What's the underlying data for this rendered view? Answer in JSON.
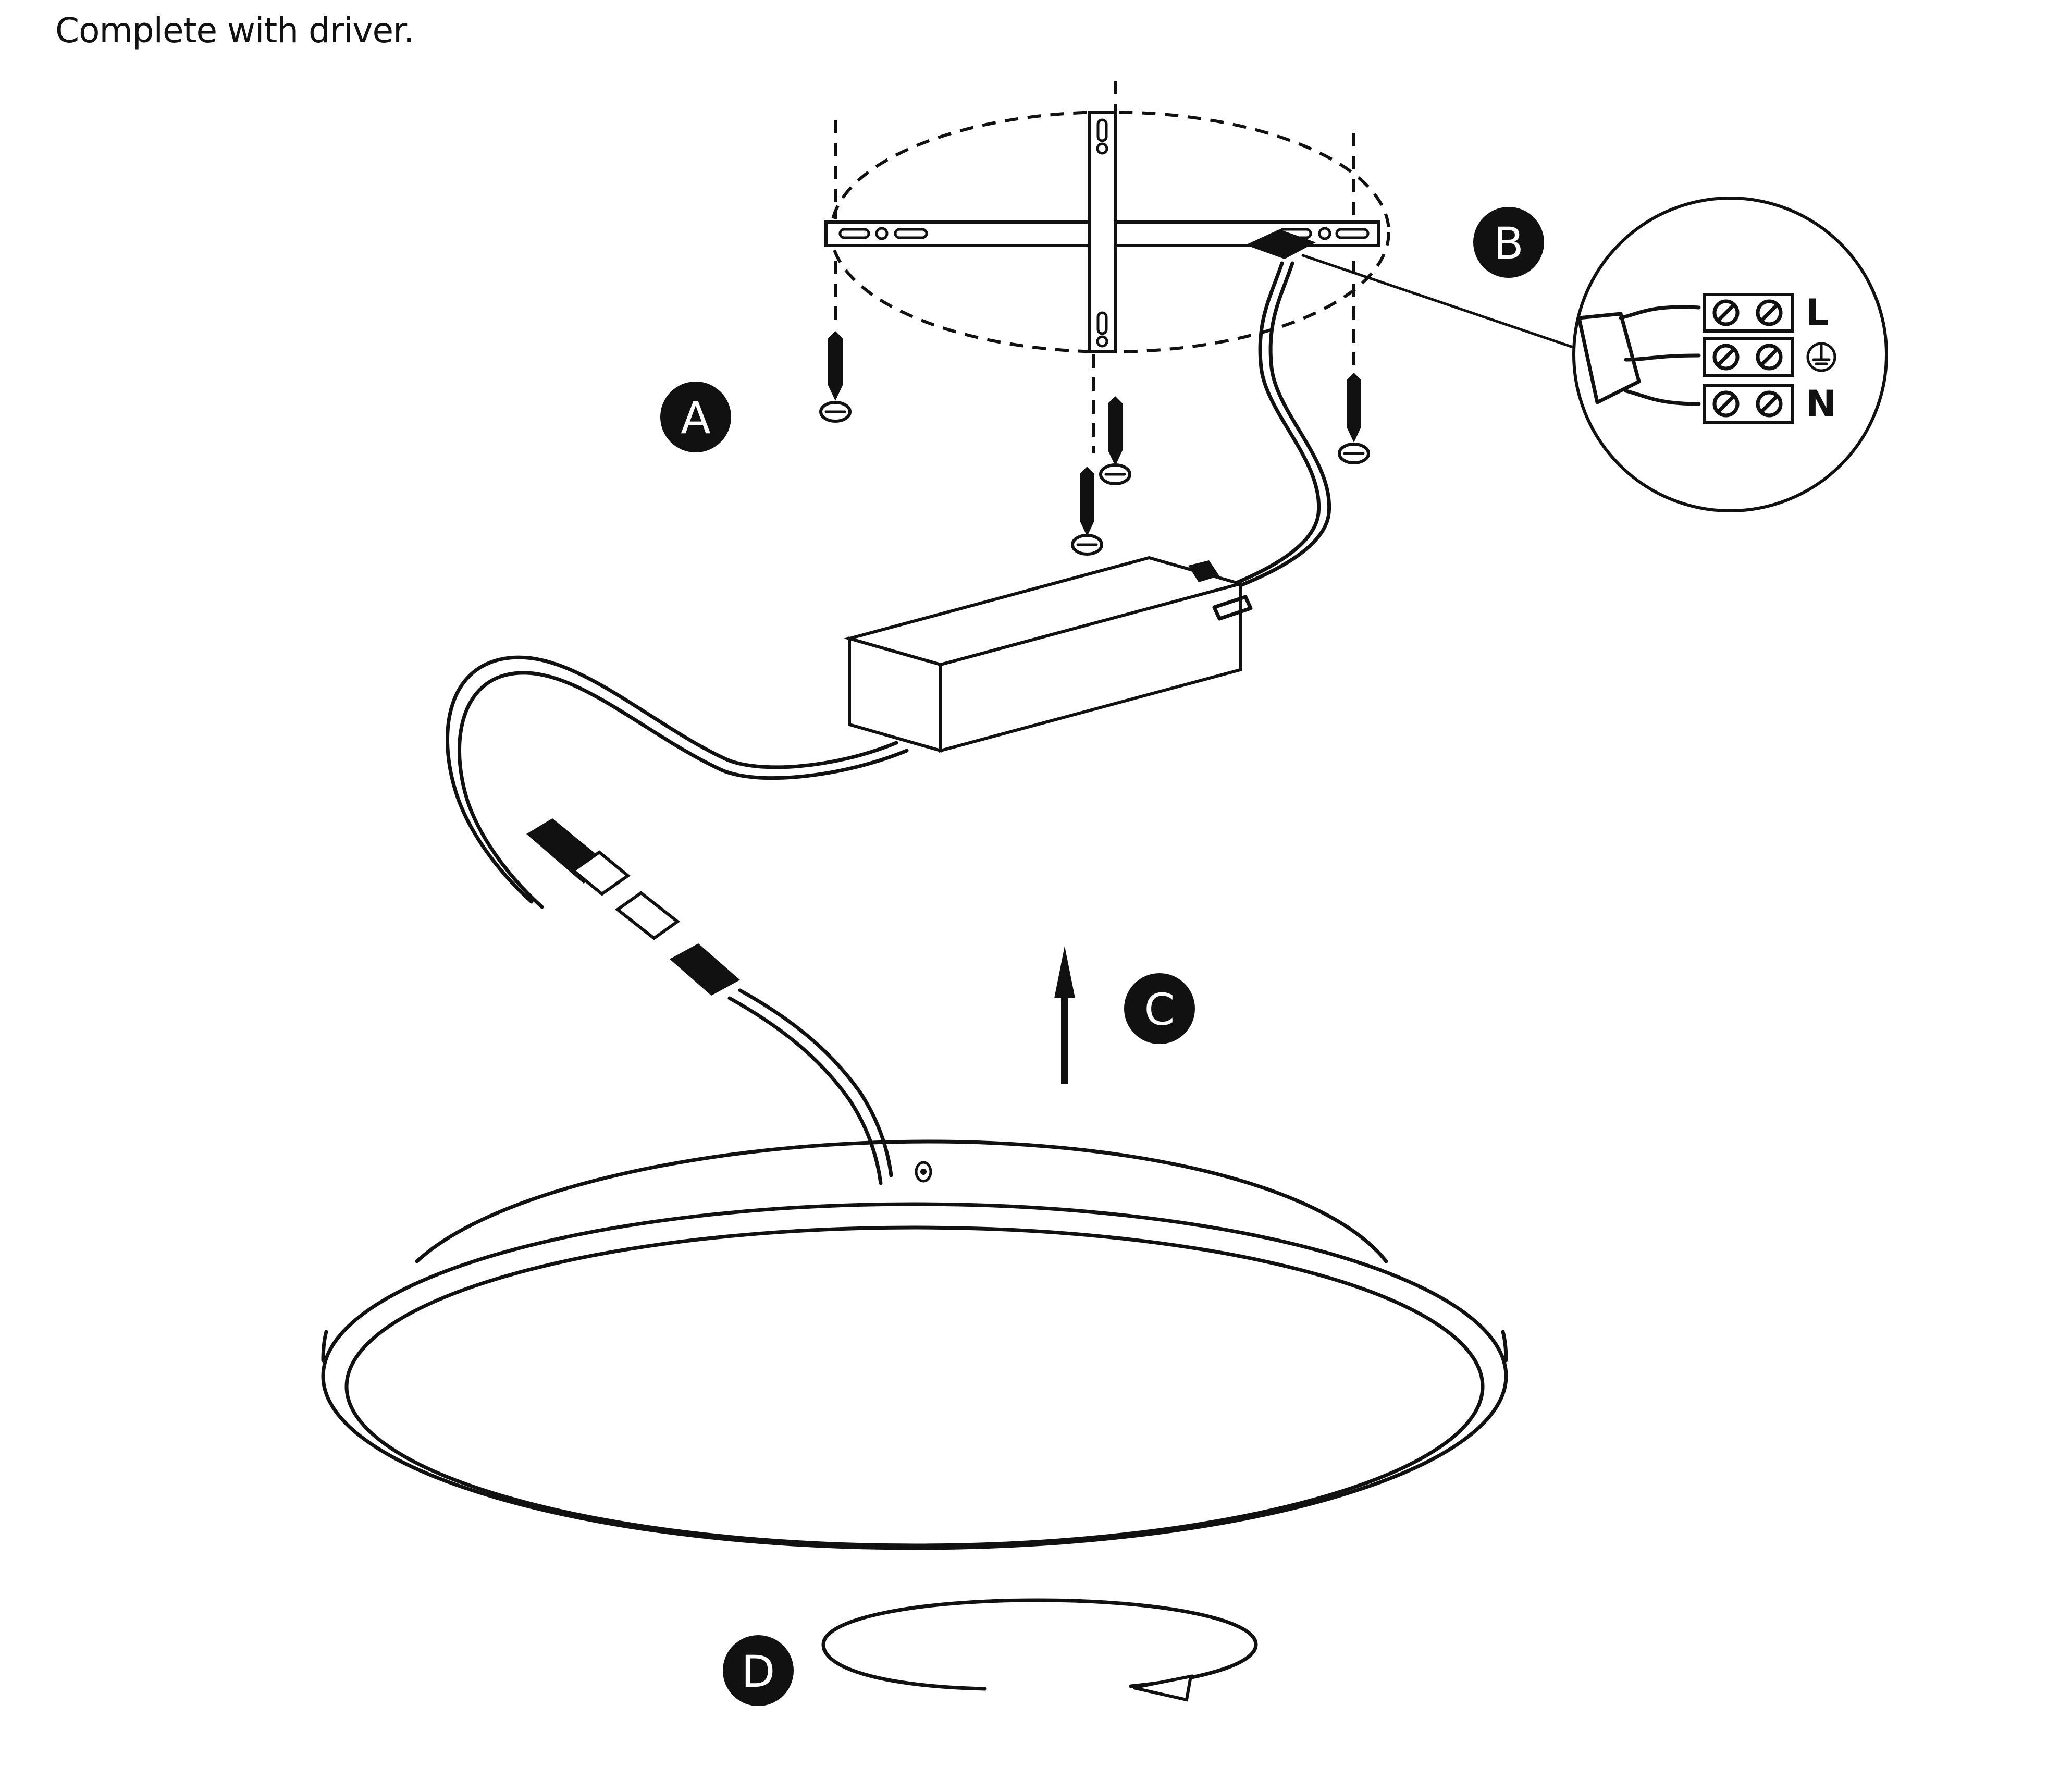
{
  "caption": "Complete with driver.",
  "steps": {
    "a": "A",
    "b": "B",
    "c": "C",
    "d": "D"
  },
  "terminals": {
    "live": "L",
    "earth_symbol": "⏚",
    "neutral": "N"
  }
}
